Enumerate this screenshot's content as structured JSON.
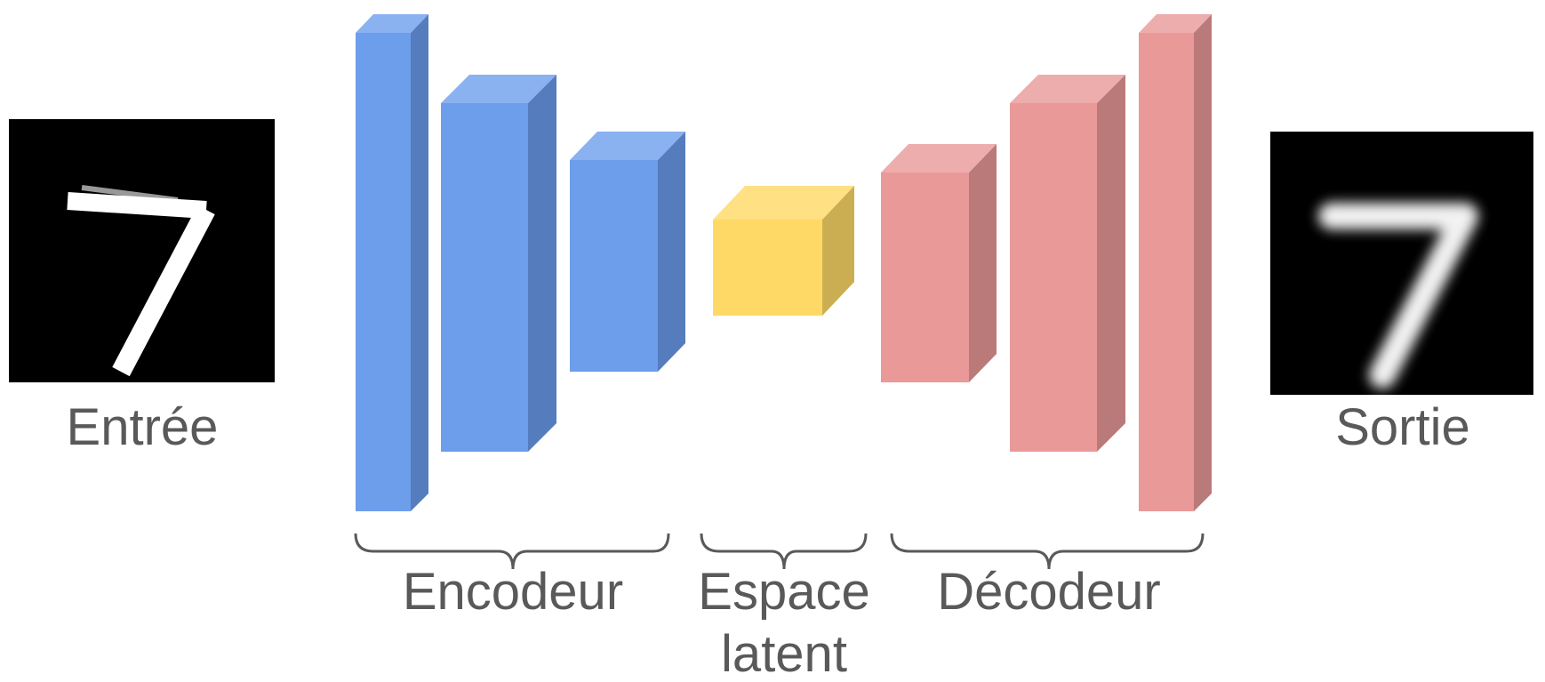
{
  "labels": {
    "input": "Entrée",
    "output": "Sortie",
    "encoder": "Encodeur",
    "latent_line1": "Espace",
    "latent_line2": "latent",
    "decoder": "Décodeur"
  },
  "colors": {
    "encoder_front": "#6D9EEB",
    "encoder_top": "#8AB1F0",
    "encoder_side": "#557DBE",
    "latent_front": "#FFD966",
    "latent_top": "#FFE184",
    "latent_side": "#CCAE52",
    "decoder_front": "#EA9999",
    "decoder_top": "#EEADAD",
    "decoder_side": "#BB7A7A",
    "label_text": "#595959",
    "brace": "#595959",
    "image_background": "#000000",
    "digit_stroke": "#FFFFFF"
  },
  "digits": {
    "input": "7",
    "output": "7"
  }
}
